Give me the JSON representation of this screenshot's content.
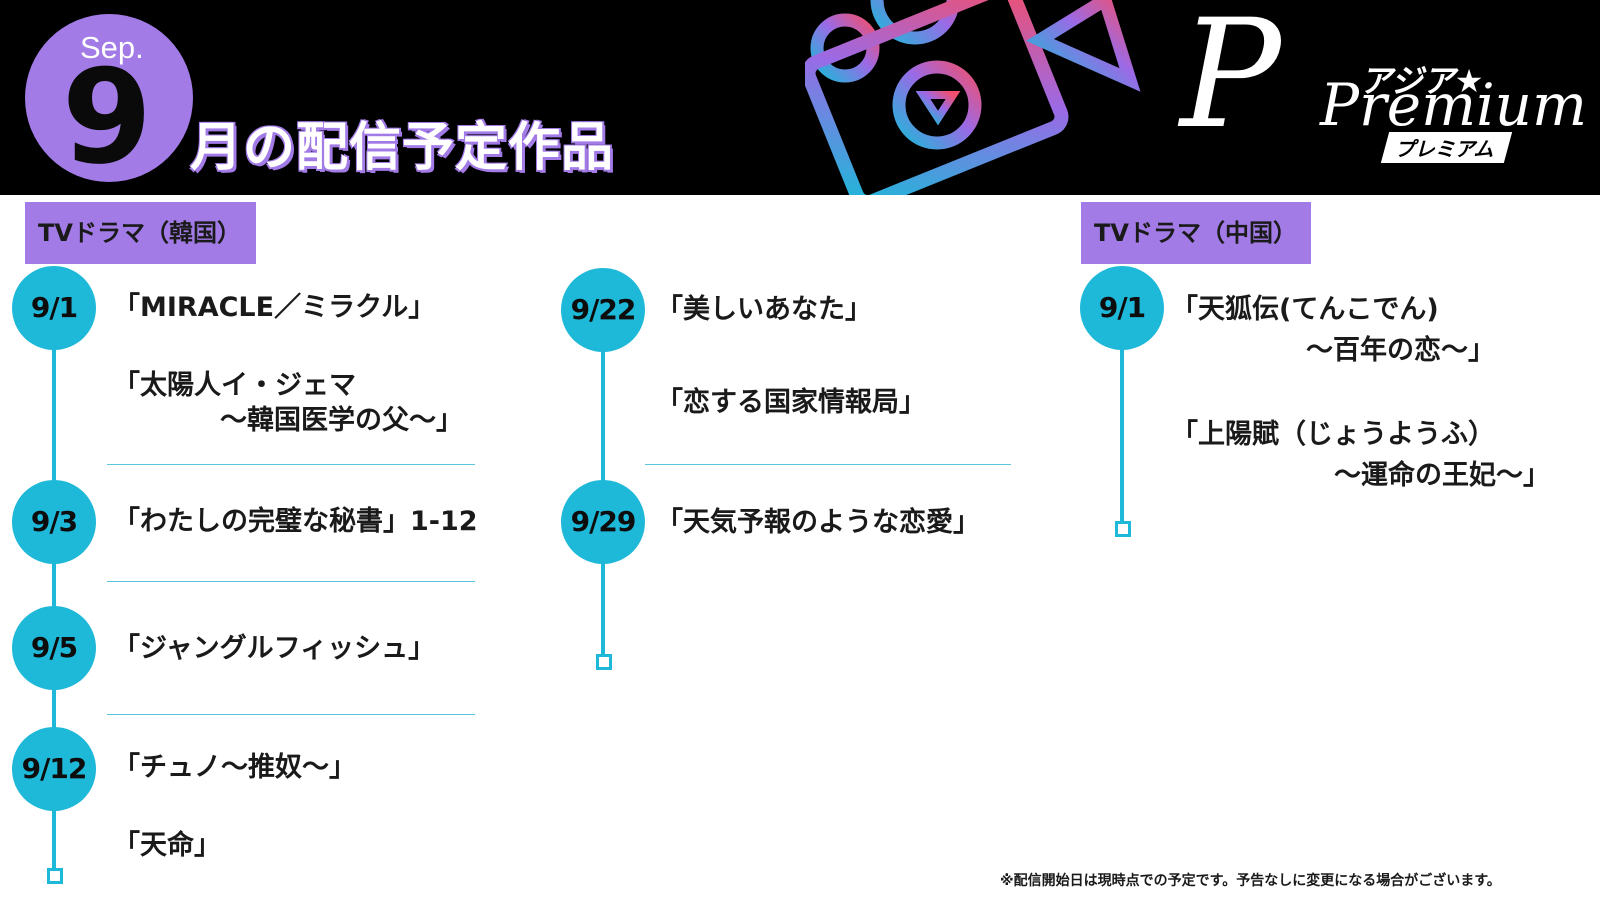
{
  "header": {
    "month_abbr": "Sep.",
    "month_number": "9",
    "title": "月の配信予定作品",
    "logo": {
      "asia": "アジア★",
      "brand": "Premium",
      "kana": "プレミアム"
    }
  },
  "categories": [
    {
      "label": "TVドラマ（韓国）",
      "dates": [
        {
          "date": "9/1",
          "titles": [
            "「MIRACLE／ミラクル」",
            "「太陽人イ・ジェマ",
            "～韓国医学の父～」"
          ]
        },
        {
          "date": "9/3",
          "titles": [
            "「わたしの完璧な秘書」1-12"
          ]
        },
        {
          "date": "9/5",
          "titles": [
            "「ジャングルフィッシュ」"
          ]
        },
        {
          "date": "9/12",
          "titles": [
            "「チュノ～推奴～」",
            "「天命」"
          ]
        },
        {
          "date": "9/22",
          "titles": [
            "「美しいあなた」",
            "「恋する国家情報局」"
          ]
        },
        {
          "date": "9/29",
          "titles": [
            "「天気予報のような恋愛」"
          ]
        }
      ]
    },
    {
      "label": "TVドラマ（中国）",
      "dates": [
        {
          "date": "9/1",
          "titles": [
            "「天狐伝(てんこでん)",
            "～百年の恋～」",
            "「上陽賦（じょうようふ）",
            "～運命の王妃～」"
          ]
        }
      ]
    }
  ],
  "footnote": "※配信開始日は現時点での予定です。予告なしに変更になる場合がございます。",
  "colors": {
    "accent_purple": "#a27be6",
    "timeline_cyan": "#1eb8d8",
    "header_bg": "#000000"
  }
}
